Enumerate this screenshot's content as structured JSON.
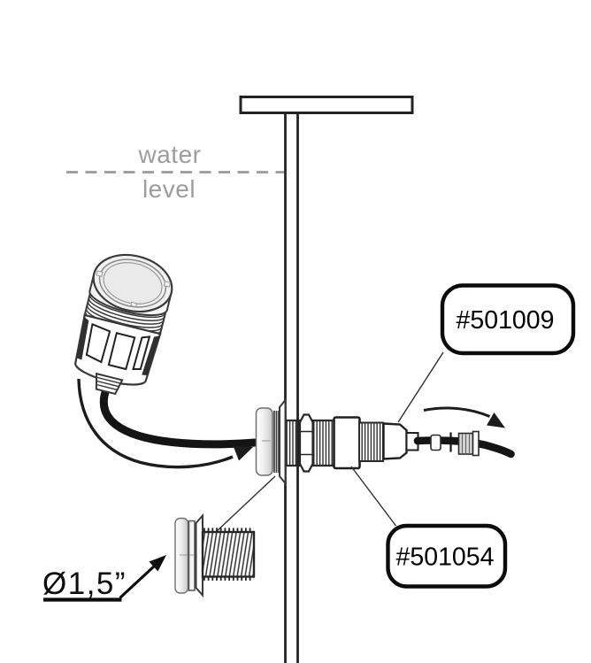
{
  "labels": {
    "water_line1": "water",
    "water_line2": "level",
    "diameter": "Ø1,5”"
  },
  "callouts": [
    {
      "label": "#501009"
    },
    {
      "label": "#501054"
    }
  ],
  "colors": {
    "ink": "#1f1f1f",
    "muted_text": "#9d9d9d",
    "dashed_line": "#9a9a9a",
    "callout_border": "#0b0b0b",
    "metal_light": "#ffffff",
    "metal_dark": "#c9c9c9"
  }
}
